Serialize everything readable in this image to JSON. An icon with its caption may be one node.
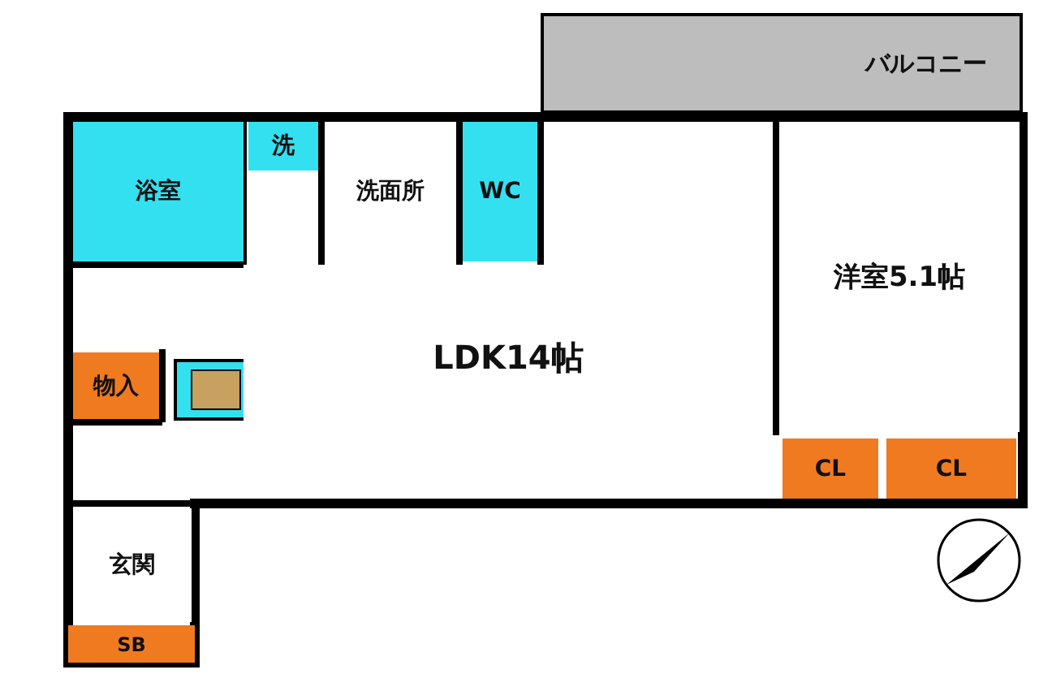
{
  "diagram": {
    "nodes": [
      {
        "text": [
          "バルコニー"
        ]
      },
      {
        "text": [
          "浴室"
        ]
      },
      {
        "text": [
          "洗"
        ]
      },
      {
        "text": [
          "洗面所"
        ]
      },
      {
        "text": [
          "WC"
        ]
      },
      {
        "text": [
          "洋室5.1帖"
        ]
      },
      {
        "text": [
          "LDK14帖"
        ]
      },
      {
        "text": [
          "物入"
        ]
      },
      {
        "text": [
          "CL"
        ]
      },
      {
        "text": [
          "CL"
        ]
      },
      {
        "text": [
          "玄関"
        ]
      },
      {
        "text": [
          "SB"
        ]
      }
    ]
  }
}
